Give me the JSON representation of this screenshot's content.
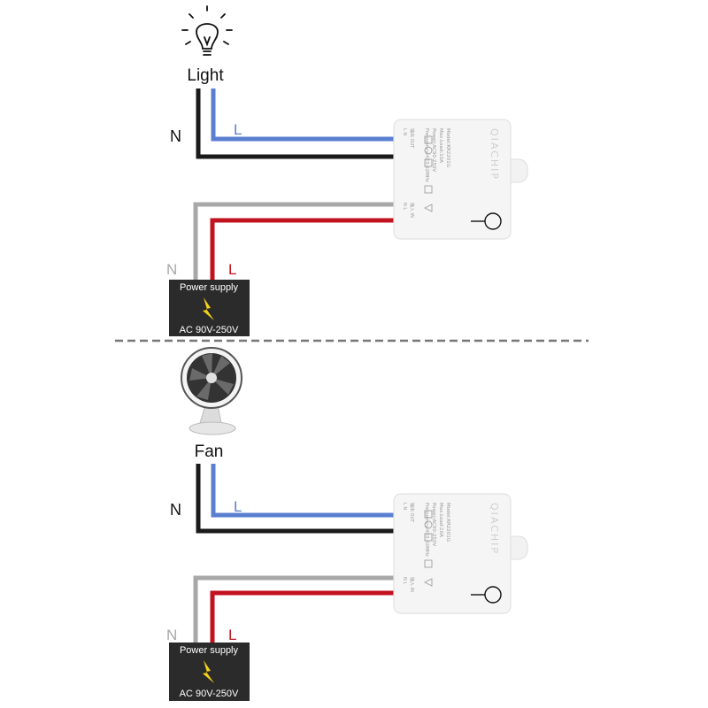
{
  "colors": {
    "live": "#5a7fd0",
    "neutral": "#1a1a1a",
    "supply_live": "#c1121f",
    "supply_neutral": "#a8a8a8",
    "box": "#2b2b2b",
    "bolt": "#f4d21a",
    "device": "#f5f5f5"
  },
  "top": {
    "load_label": "Light",
    "neutral_label": "N",
    "live_label": "L",
    "supply_neutral_label": "N",
    "supply_live_label": "L",
    "supply_title": "Power supply",
    "supply_voltage": "AC 90V-250V",
    "device": {
      "brand": "QIACHIP",
      "model": "Model:KR2201G",
      "load": "Max.Load:10A",
      "power": "Power:AC90-250V",
      "frequency": "Frequency:433.92MHz",
      "out_label": "输出 OUT",
      "out_pins": "L N",
      "in_label": "输入 IN",
      "in_pins": "N L"
    }
  },
  "bottom": {
    "load_label": "Fan",
    "neutral_label": "N",
    "live_label": "L",
    "supply_neutral_label": "N",
    "supply_live_label": "L",
    "supply_title": "Power supply",
    "supply_voltage": "AC 90V-250V",
    "device": {
      "brand": "QIACHIP",
      "model": "Model:KR2201G",
      "load": "Max.Load:10A",
      "power": "Power:AC90-250V",
      "frequency": "Frequency:433.92MHz",
      "out_label": "输出 OUT",
      "out_pins": "L N",
      "in_label": "输入 IN",
      "in_pins": "N L"
    }
  }
}
